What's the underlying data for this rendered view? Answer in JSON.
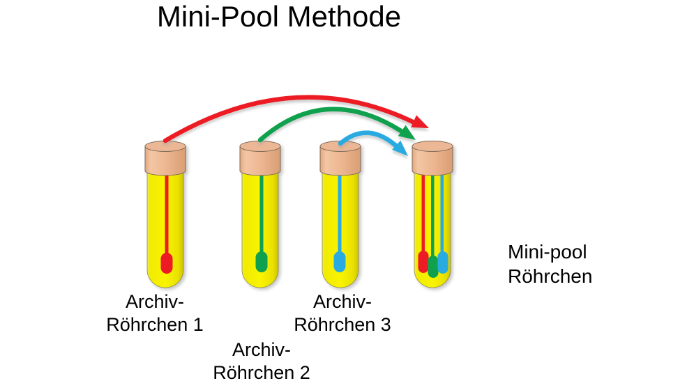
{
  "title": "Mini-Pool Methode",
  "tubes": [
    {
      "name": "Archiv-Röhrchen 1",
      "label_line1": "Archiv-",
      "label_line2": "Röhrchen 1",
      "content_color": "#ED1C24"
    },
    {
      "name": "Archiv-Röhrchen 2",
      "label_line1": "Archiv-",
      "label_line2": "Röhrchen 2",
      "content_color": "#0FA14E"
    },
    {
      "name": "Archiv-Röhrchen 3",
      "label_line1": "Archiv-",
      "label_line2": "Röhrchen 3",
      "content_color": "#29ABE2"
    },
    {
      "name": "Mini-pool Röhrchen",
      "label_line1": "Mini-pool",
      "label_line2": "Röhrchen",
      "content_colors": [
        "#ED1C24",
        "#0FA14E",
        "#29ABE2"
      ]
    }
  ],
  "arrows": [
    {
      "name": "transfer-from-tube-1",
      "color": "#ED1C24"
    },
    {
      "name": "transfer-from-tube-2",
      "color": "#0FA14E"
    },
    {
      "name": "transfer-from-tube-3",
      "color": "#29ABE2"
    }
  ],
  "colors": {
    "red": "#ED1C24",
    "green": "#0FA14E",
    "blue": "#29ABE2",
    "tube_fill_yellow": "#F2EC00",
    "cap_fill_peach": "#ECB590",
    "background": "#FFFFFF",
    "text": "#000000"
  }
}
